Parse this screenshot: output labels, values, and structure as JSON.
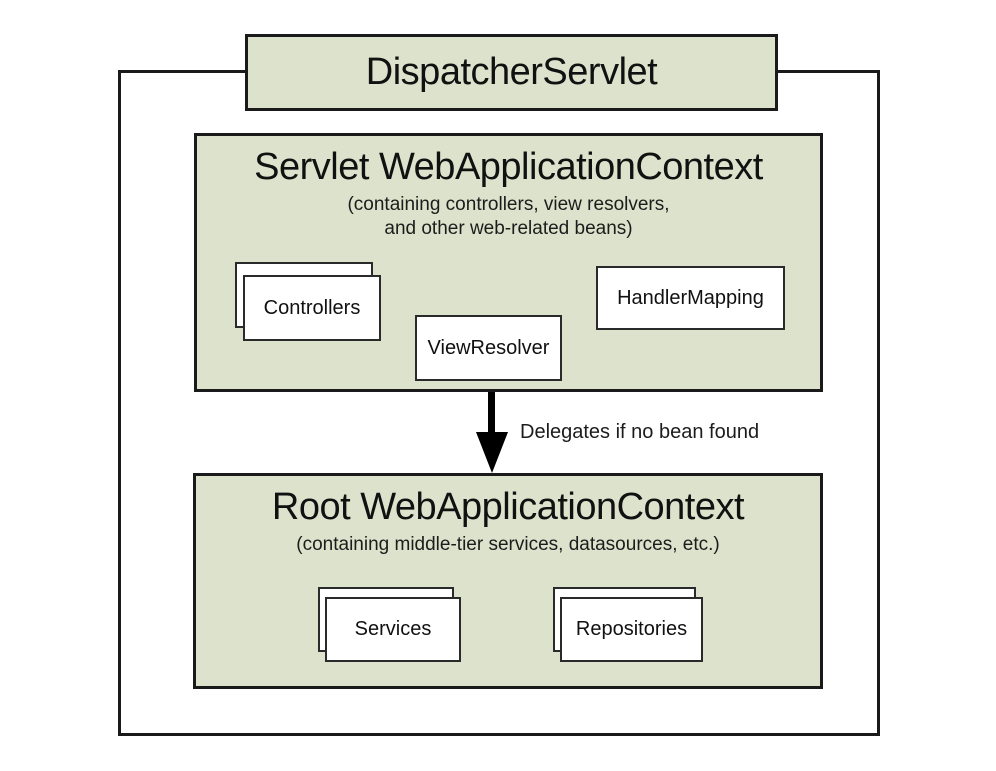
{
  "dispatcher": {
    "label": "DispatcherServlet"
  },
  "servlet_context": {
    "title": "Servlet WebApplicationContext",
    "subtitle_line1": "(containing controllers, view resolvers,",
    "subtitle_line2": "and other web-related beans)",
    "beans": {
      "controllers": "Controllers",
      "view_resolver": "ViewResolver",
      "handler_mapping": "HandlerMapping"
    }
  },
  "delegation": {
    "arrow_label": "Delegates if no bean found"
  },
  "root_context": {
    "title": "Root WebApplicationContext",
    "subtitle": "(containing middle-tier services, datasources, etc.)",
    "beans": {
      "services": "Services",
      "repositories": "Repositories"
    }
  },
  "colors": {
    "box_fill": "#dce2cb",
    "border": "#1a1a1a",
    "arrow": "#000000",
    "background": "#ffffff"
  }
}
